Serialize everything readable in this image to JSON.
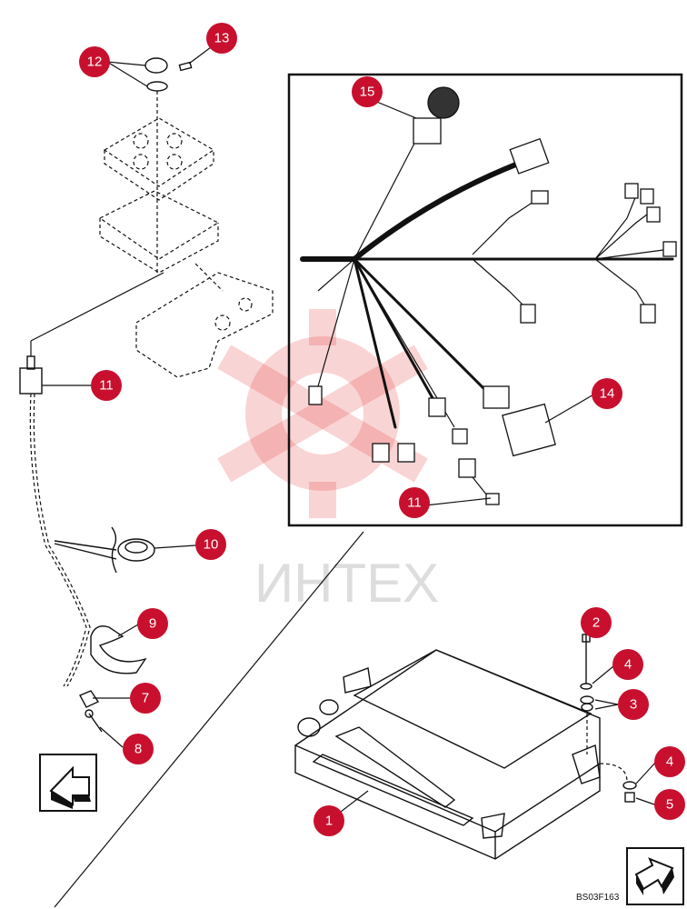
{
  "figure_id": "BS03F163",
  "watermark": "ИНТЕХ",
  "callouts": [
    {
      "id": "c1",
      "label": "1"
    },
    {
      "id": "c2",
      "label": "2"
    },
    {
      "id": "c3",
      "label": "3"
    },
    {
      "id": "c4a",
      "label": "4"
    },
    {
      "id": "c4b",
      "label": "4"
    },
    {
      "id": "c5",
      "label": "5"
    },
    {
      "id": "c7",
      "label": "7"
    },
    {
      "id": "c8",
      "label": "8"
    },
    {
      "id": "c9",
      "label": "9"
    },
    {
      "id": "c10",
      "label": "10"
    },
    {
      "id": "c11a",
      "label": "11"
    },
    {
      "id": "c11b",
      "label": "11"
    },
    {
      "id": "c12",
      "label": "12"
    },
    {
      "id": "c13",
      "label": "13"
    },
    {
      "id": "c14",
      "label": "14"
    },
    {
      "id": "c15",
      "label": "15"
    }
  ],
  "icons": {
    "front_arrow_left": "arrow-down-left-icon",
    "front_arrow_right": "arrow-up-right-icon"
  }
}
